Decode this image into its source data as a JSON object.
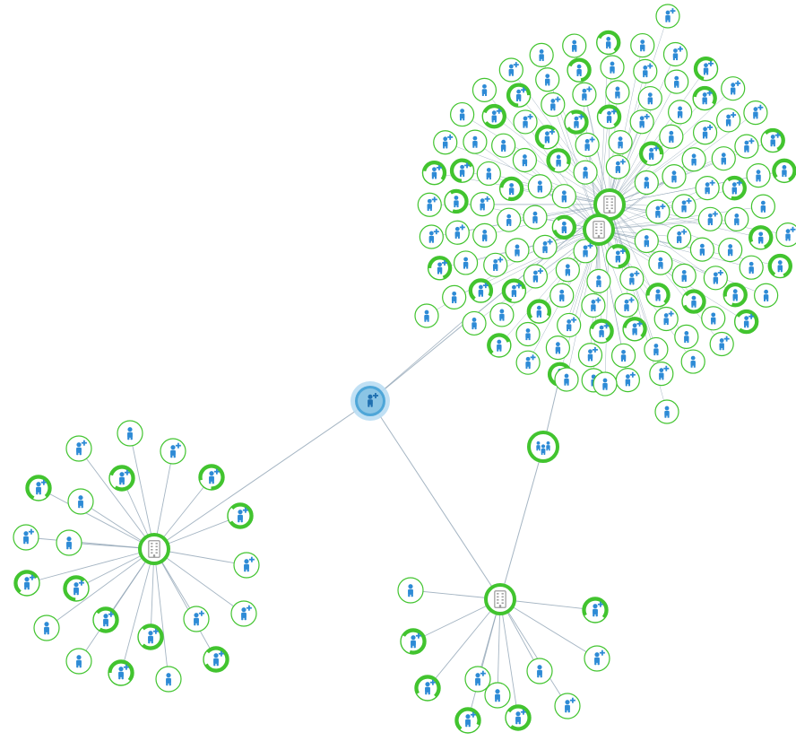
{
  "theme": {
    "background": "#ffffff",
    "edge": "#8ea3b4",
    "person_blue": "#2e8bd6",
    "ring_green": "#42c42f",
    "fill_green_light": "#eaf7e6",
    "center_blue": "#4ea6d8",
    "center_halo": "#b9ddf3",
    "building_grey": "#b4b4b4"
  },
  "icons": {
    "person": "person-icon",
    "person_add": "person-plus-icon",
    "building": "building-icon",
    "group": "group-icon"
  },
  "graph": {
    "center_node": {
      "kind": "person",
      "selected": true
    },
    "clusters": [
      {
        "hub": "building",
        "neighbors": 172,
        "extra_hub": "building"
      },
      {
        "hub": "building",
        "neighbors": 20
      },
      {
        "hub": "building",
        "neighbors": 13,
        "linked_via": "group"
      }
    ]
  }
}
